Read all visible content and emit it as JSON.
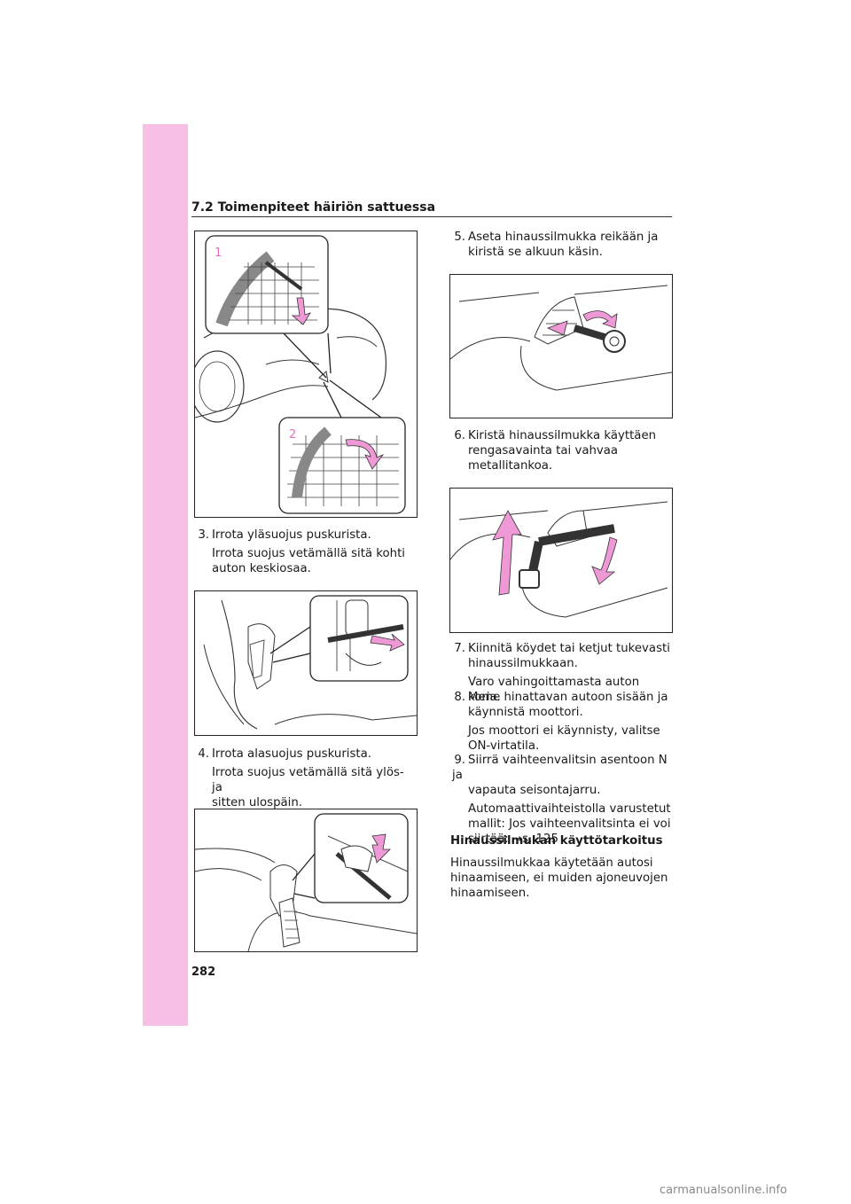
{
  "header": {
    "section_title": "7.2  Toimenpiteet häiriön sattuessa"
  },
  "page_number": "282",
  "watermark": "carmanualsonline.info",
  "figure1": {
    "callout_1": "1",
    "callout_2": "2"
  },
  "steps": {
    "s3": {
      "num": "3.",
      "text": "Irrota yläsuojus puskurista.",
      "sub_l1": "Irrota suojus vetämällä sitä kohti",
      "sub_l2": "auton keskiosaa."
    },
    "s4": {
      "num": "4.",
      "text": "Irrota alasuojus puskurista.",
      "sub_l1": "Irrota suojus vetämällä sitä ylös- ja",
      "sub_l2": "sitten ulospäin."
    },
    "s5": {
      "num": "5.",
      "l1": "Aseta hinaussilmukka reikään ja",
      "l2": "kiristä se alkuun käsin."
    },
    "s6": {
      "num": "6.",
      "l1": "Kiristä hinaussilmukka käyttäen",
      "l2": "rengasavainta tai vahvaa",
      "l3": "metallitankoa."
    },
    "s7": {
      "num": "7.",
      "l1": "Kiinnitä köydet tai ketjut tukevasti",
      "l2": "hinaussilmukkaan.",
      "sub": "Varo vahingoittamasta auton koria."
    },
    "s8": {
      "num": "8.",
      "l1": "Mene hinattavan autoon sisään ja",
      "l2": "käynnistä moottori.",
      "sub_l1": "Jos moottori ei käynnisty, valitse",
      "sub_l2": "ON-virtatila."
    },
    "s9": {
      "num": "9.",
      "l1": "Siirrä vaihteenvalitsin asentoon N ja",
      "l2": "vapauta seisontajarru.",
      "sub_l1": "Automaattivaihteistolla varustetut",
      "sub_l2": "mallit: Jos vaihteenvalitsinta ei voi",
      "sub_l3": "siirtää: →s. 125"
    }
  },
  "purpose": {
    "heading": "Hinaussilmukan käyttötarkoitus",
    "l1": "Hinaussilmukkaa käytetään autosi",
    "l2": "hinaamiseen, ei muiden ajoneuvojen",
    "l3": "hinaamiseen."
  },
  "colors": {
    "sidebar": "#f7bfe6",
    "accent": "#e46fba",
    "arrow_fill": "#ee99d6"
  }
}
